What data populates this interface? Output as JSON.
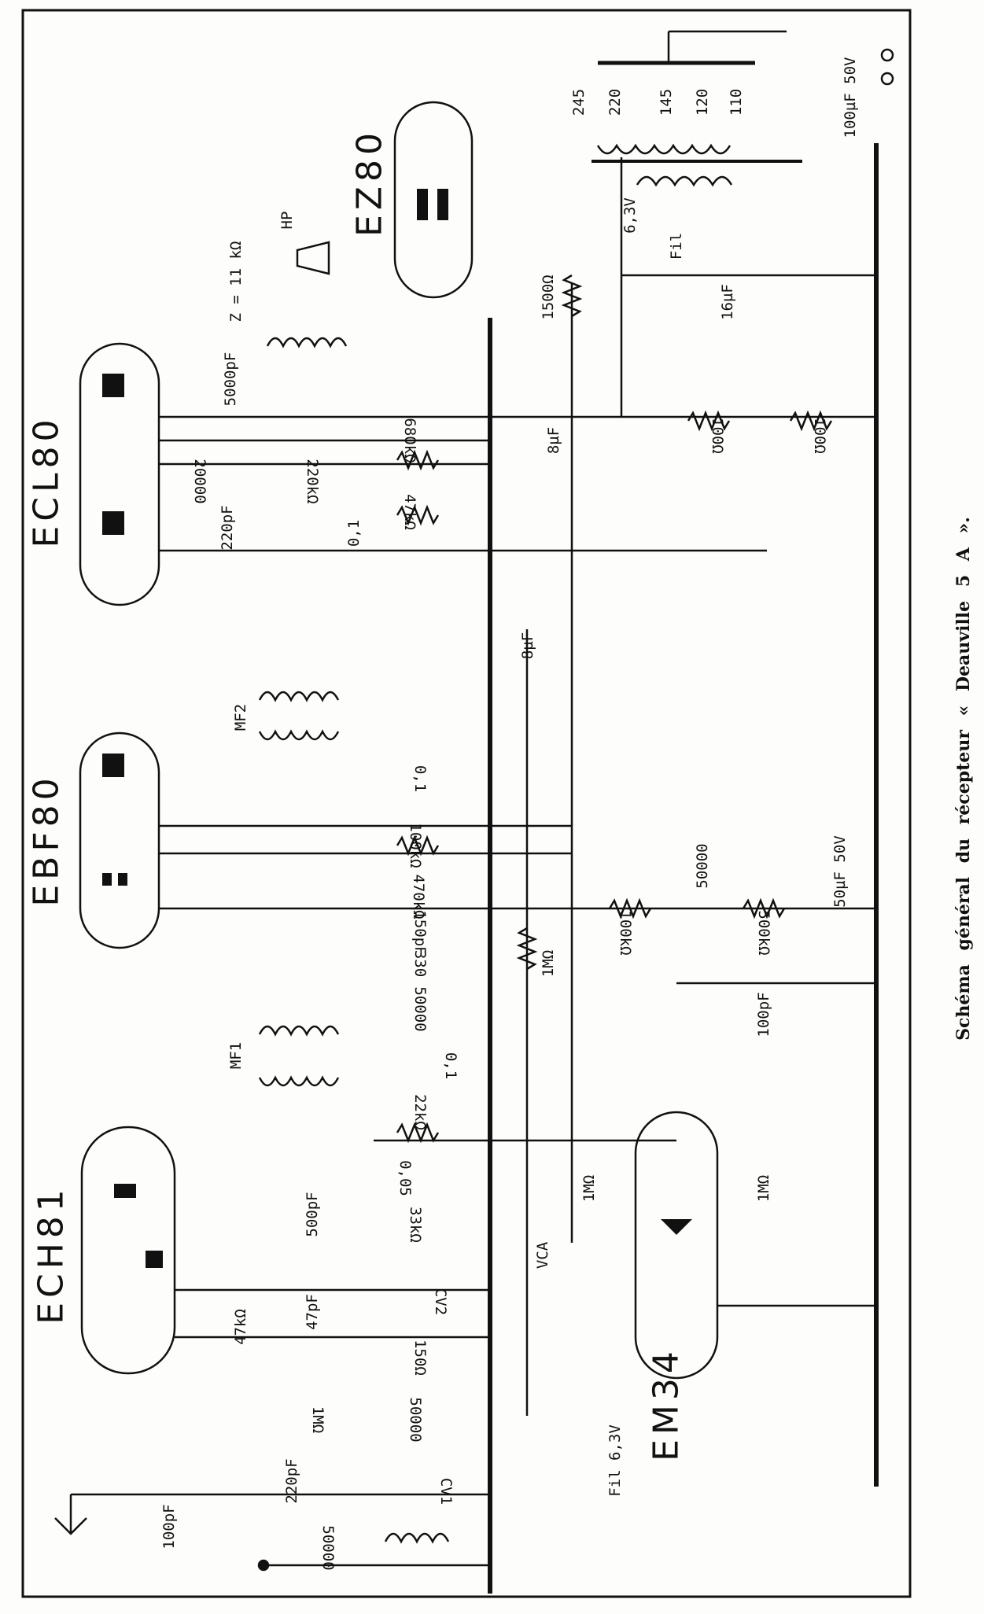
{
  "title": "Schéma général du récepteur « Deauville 5 A ».",
  "tubes": [
    "ECL80",
    "EBF80",
    "ECH81",
    "EZ80",
    "EM34"
  ],
  "labels": [
    "Z = 11 kΩ",
    "HP",
    "5000pF",
    "20000",
    "220pF",
    "220kΩ",
    "680kΩ",
    "47kΩ",
    "0,1",
    "8µF",
    "8µF",
    "1500Ω",
    "16µF",
    "6,3V",
    "Fil",
    "100Ω",
    "100Ω",
    "245",
    "220",
    "145",
    "120",
    "110",
    "100µF 50V",
    "MF2",
    "0,1",
    "100kΩ",
    "470kΩ",
    "150pF",
    "330",
    "50000",
    "1MΩ",
    "100kΩ",
    "50000",
    "500kΩ",
    "50µF 50V",
    "100pF",
    "MF1",
    "0,1",
    "22kΩ",
    "0,05",
    "500pF",
    "33kΩ",
    "1MΩ",
    "1MΩ",
    "VCA",
    "CV2",
    "47kΩ",
    "47pF",
    "150Ω",
    "1MΩ",
    "50000",
    "220pF",
    "CV1",
    "100pF",
    "50000",
    "Fil 6,3V"
  ],
  "colors": {
    "ink": "#111111",
    "paper": "#fdfdfb"
  }
}
